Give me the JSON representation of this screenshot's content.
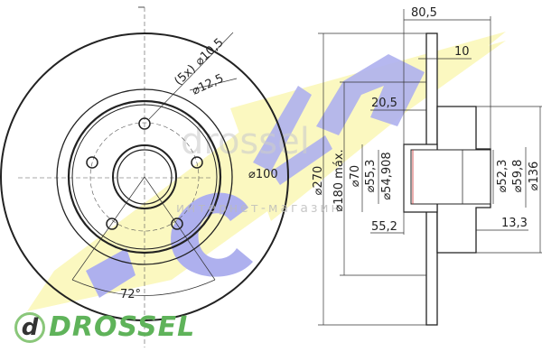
{
  "drawing": {
    "front_view": {
      "holes": "(5x)",
      "hole_dia": "⌀10,5",
      "hole_dia2": "⌀12,5",
      "pcd": "⌀100",
      "angle": "72°"
    },
    "side_view": {
      "width_total": "80,5",
      "thickness": "10",
      "offset": "20,5",
      "depth": "55,2",
      "hub_offset": "13,3",
      "dia_disc": "⌀270",
      "dia_hat": "⌀180 máx.",
      "dia_center": "⌀70",
      "dia_553": "⌀55,3",
      "dia_54908": "⌀54,908",
      "dia_523": "⌀52,3",
      "dia_598": "⌀59,8",
      "dia_136": "⌀136"
    }
  },
  "watermark": {
    "brand": "ICER",
    "site_text": "drossel",
    "site_sub": "интернет-магазин"
  },
  "logo": {
    "letter": "d",
    "text": "DROSSEL"
  },
  "colors": {
    "yellow": "#fbf8c0",
    "blue": "#aeb0ee",
    "green": "#5fb35a"
  }
}
